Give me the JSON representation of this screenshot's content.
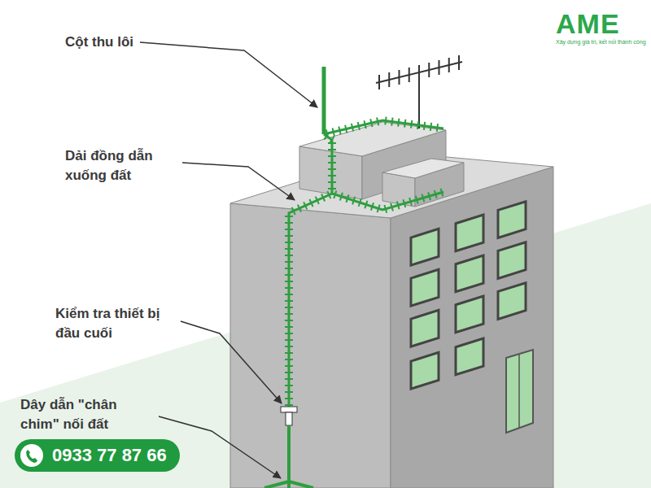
{
  "diagram": {
    "nodes": [
      {
        "text": [
          "0933 77 87 66"
        ]
      }
    ],
    "labels": [
      "AME",
      "Xây dựng giá trị, kết nối thành công",
      "Cột thu lôi",
      "Dải đồng dẫn xuống đất",
      "Kiểm tra thiết bị đầu cuối",
      "Dây dẫn \"chân chim\" nối đất"
    ]
  }
}
